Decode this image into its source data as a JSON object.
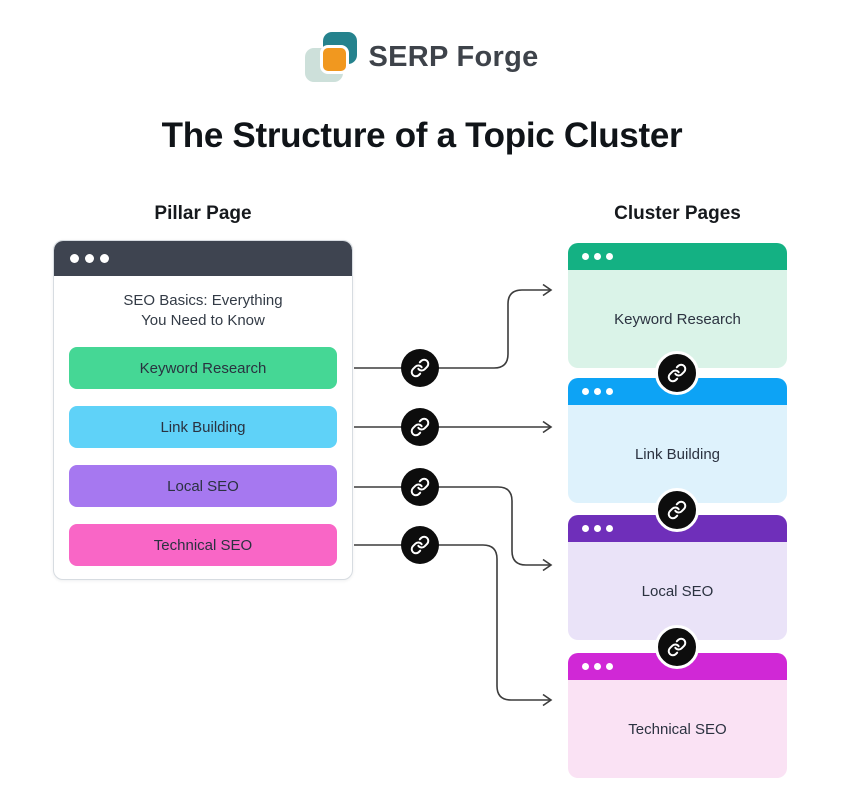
{
  "brand": {
    "name": "SERP Forge"
  },
  "title": "The Structure of a Topic Cluster",
  "columns": {
    "pillar_label": "Pillar Page",
    "cluster_label": "Cluster Pages"
  },
  "pillar": {
    "window_title_line1": "SEO Basics: Everything",
    "window_title_line2": "You Need to Know",
    "items": [
      {
        "label": "Keyword Research",
        "color": "#45d795"
      },
      {
        "label": "Link Building",
        "color": "#5fd2f8"
      },
      {
        "label": "Local SEO",
        "color": "#a678f0"
      },
      {
        "label": "Technical SEO",
        "color": "#f966c6"
      }
    ]
  },
  "clusters": [
    {
      "label": "Keyword Research",
      "header_color": "#14b183",
      "body_color": "#daf3e8"
    },
    {
      "label": "Link Building",
      "header_color": "#0da3f5",
      "body_color": "#def2fc"
    },
    {
      "label": "Local SEO",
      "header_color": "#6f2fba",
      "body_color": "#eae3f8"
    },
    {
      "label": "Technical SEO",
      "header_color": "#d028d6",
      "body_color": "#fae2f4"
    }
  ],
  "icons": {
    "link": "chain-link-icon",
    "window_controls": "traffic-light-dots"
  },
  "colors": {
    "background": "#ffffff",
    "title_text": "#101418",
    "window_header": "#3e4450",
    "window_border": "#d7dce1",
    "arrow": "#3c3c3c",
    "link_badge": "#0d0d0d",
    "logo_teal": "#25828d",
    "logo_pale": "#cde0da",
    "logo_orange": "#f1981f"
  }
}
